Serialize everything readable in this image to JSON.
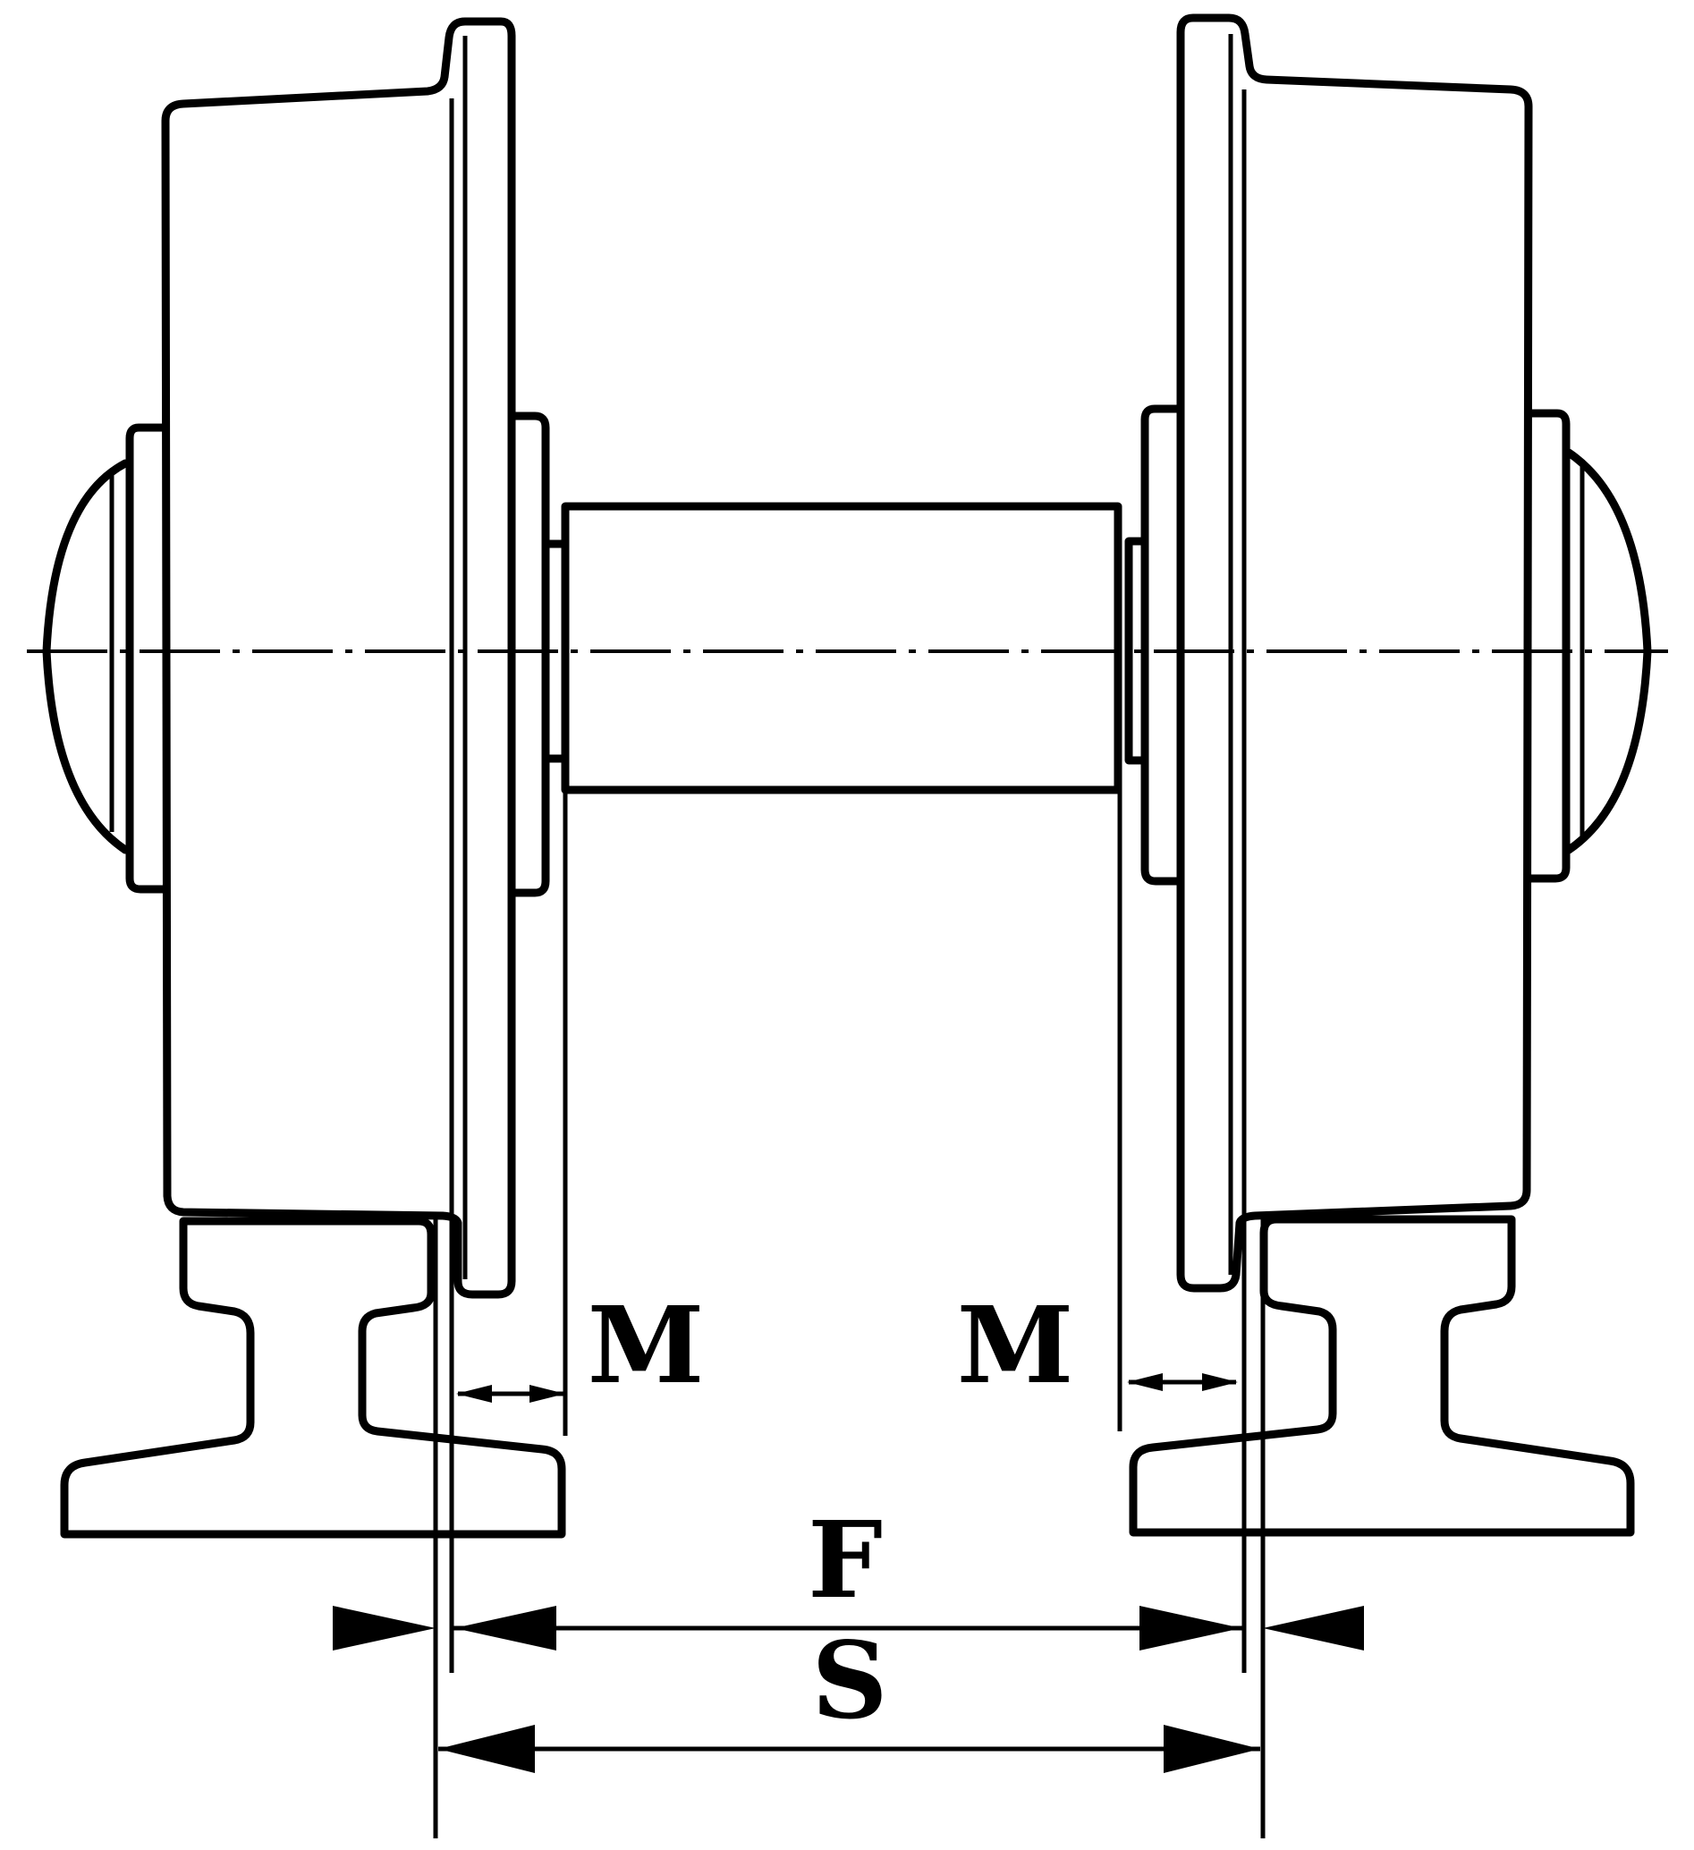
{
  "labels": {
    "left_gap": "M",
    "right_gap": "M",
    "flange_gauge": "F",
    "track_gauge": "S"
  },
  "colors": {
    "line": "#000000",
    "background": "#ffffff"
  }
}
